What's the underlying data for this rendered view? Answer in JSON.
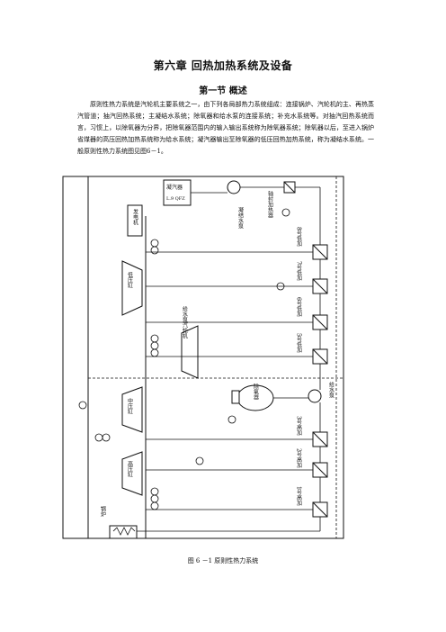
{
  "heading": {
    "chapter": "第六章  回热加热系统及设备",
    "section": "第一节  概述"
  },
  "body_text": "原则性热力系统是汽轮机主要系统之一，由下列各局部热力系统组成：连接锅炉、汽轮机的主、再热蒸汽管道；抽汽回热系统；主凝结水系统；除氧器和给水泵的连接系统；补充水系统等。对抽汽回热系统而言，习惯上，以除氧器为分界，把除氧器范围内的输入输出系统称为除氧器系统；除氧器以后，至进入锅炉省煤器的高压回热加热系统称为给水系统；凝汽器输出至除氧器的低压回热加热系统，称为凝结水系统。一般原则性热力系统图见图6－1。",
  "figure": {
    "caption": "图 6 －1 原则性热力系统",
    "labels": {
      "condenser": "凝汽器",
      "condenser_code": "L.9 QFZ",
      "condensate_pump": "凝结水泵",
      "gland_heater": "轴封加热器",
      "generator": "发电机",
      "lp_cylinder": "低压缸",
      "ip_cylinder": "中压缸",
      "hp_cylinder": "高压缸",
      "boiler": "锅炉",
      "feed_pump_turbine": "给水泵汽轮机",
      "deaerator": "除氧器",
      "feed_pump": "给水泵",
      "lp8": "8号低加",
      "lp7": "7号低加",
      "lp6": "6号低加",
      "lp5": "5号低加",
      "hp3": "3号高加",
      "hp2": "2号高加",
      "hp1": "1号高加"
    }
  }
}
